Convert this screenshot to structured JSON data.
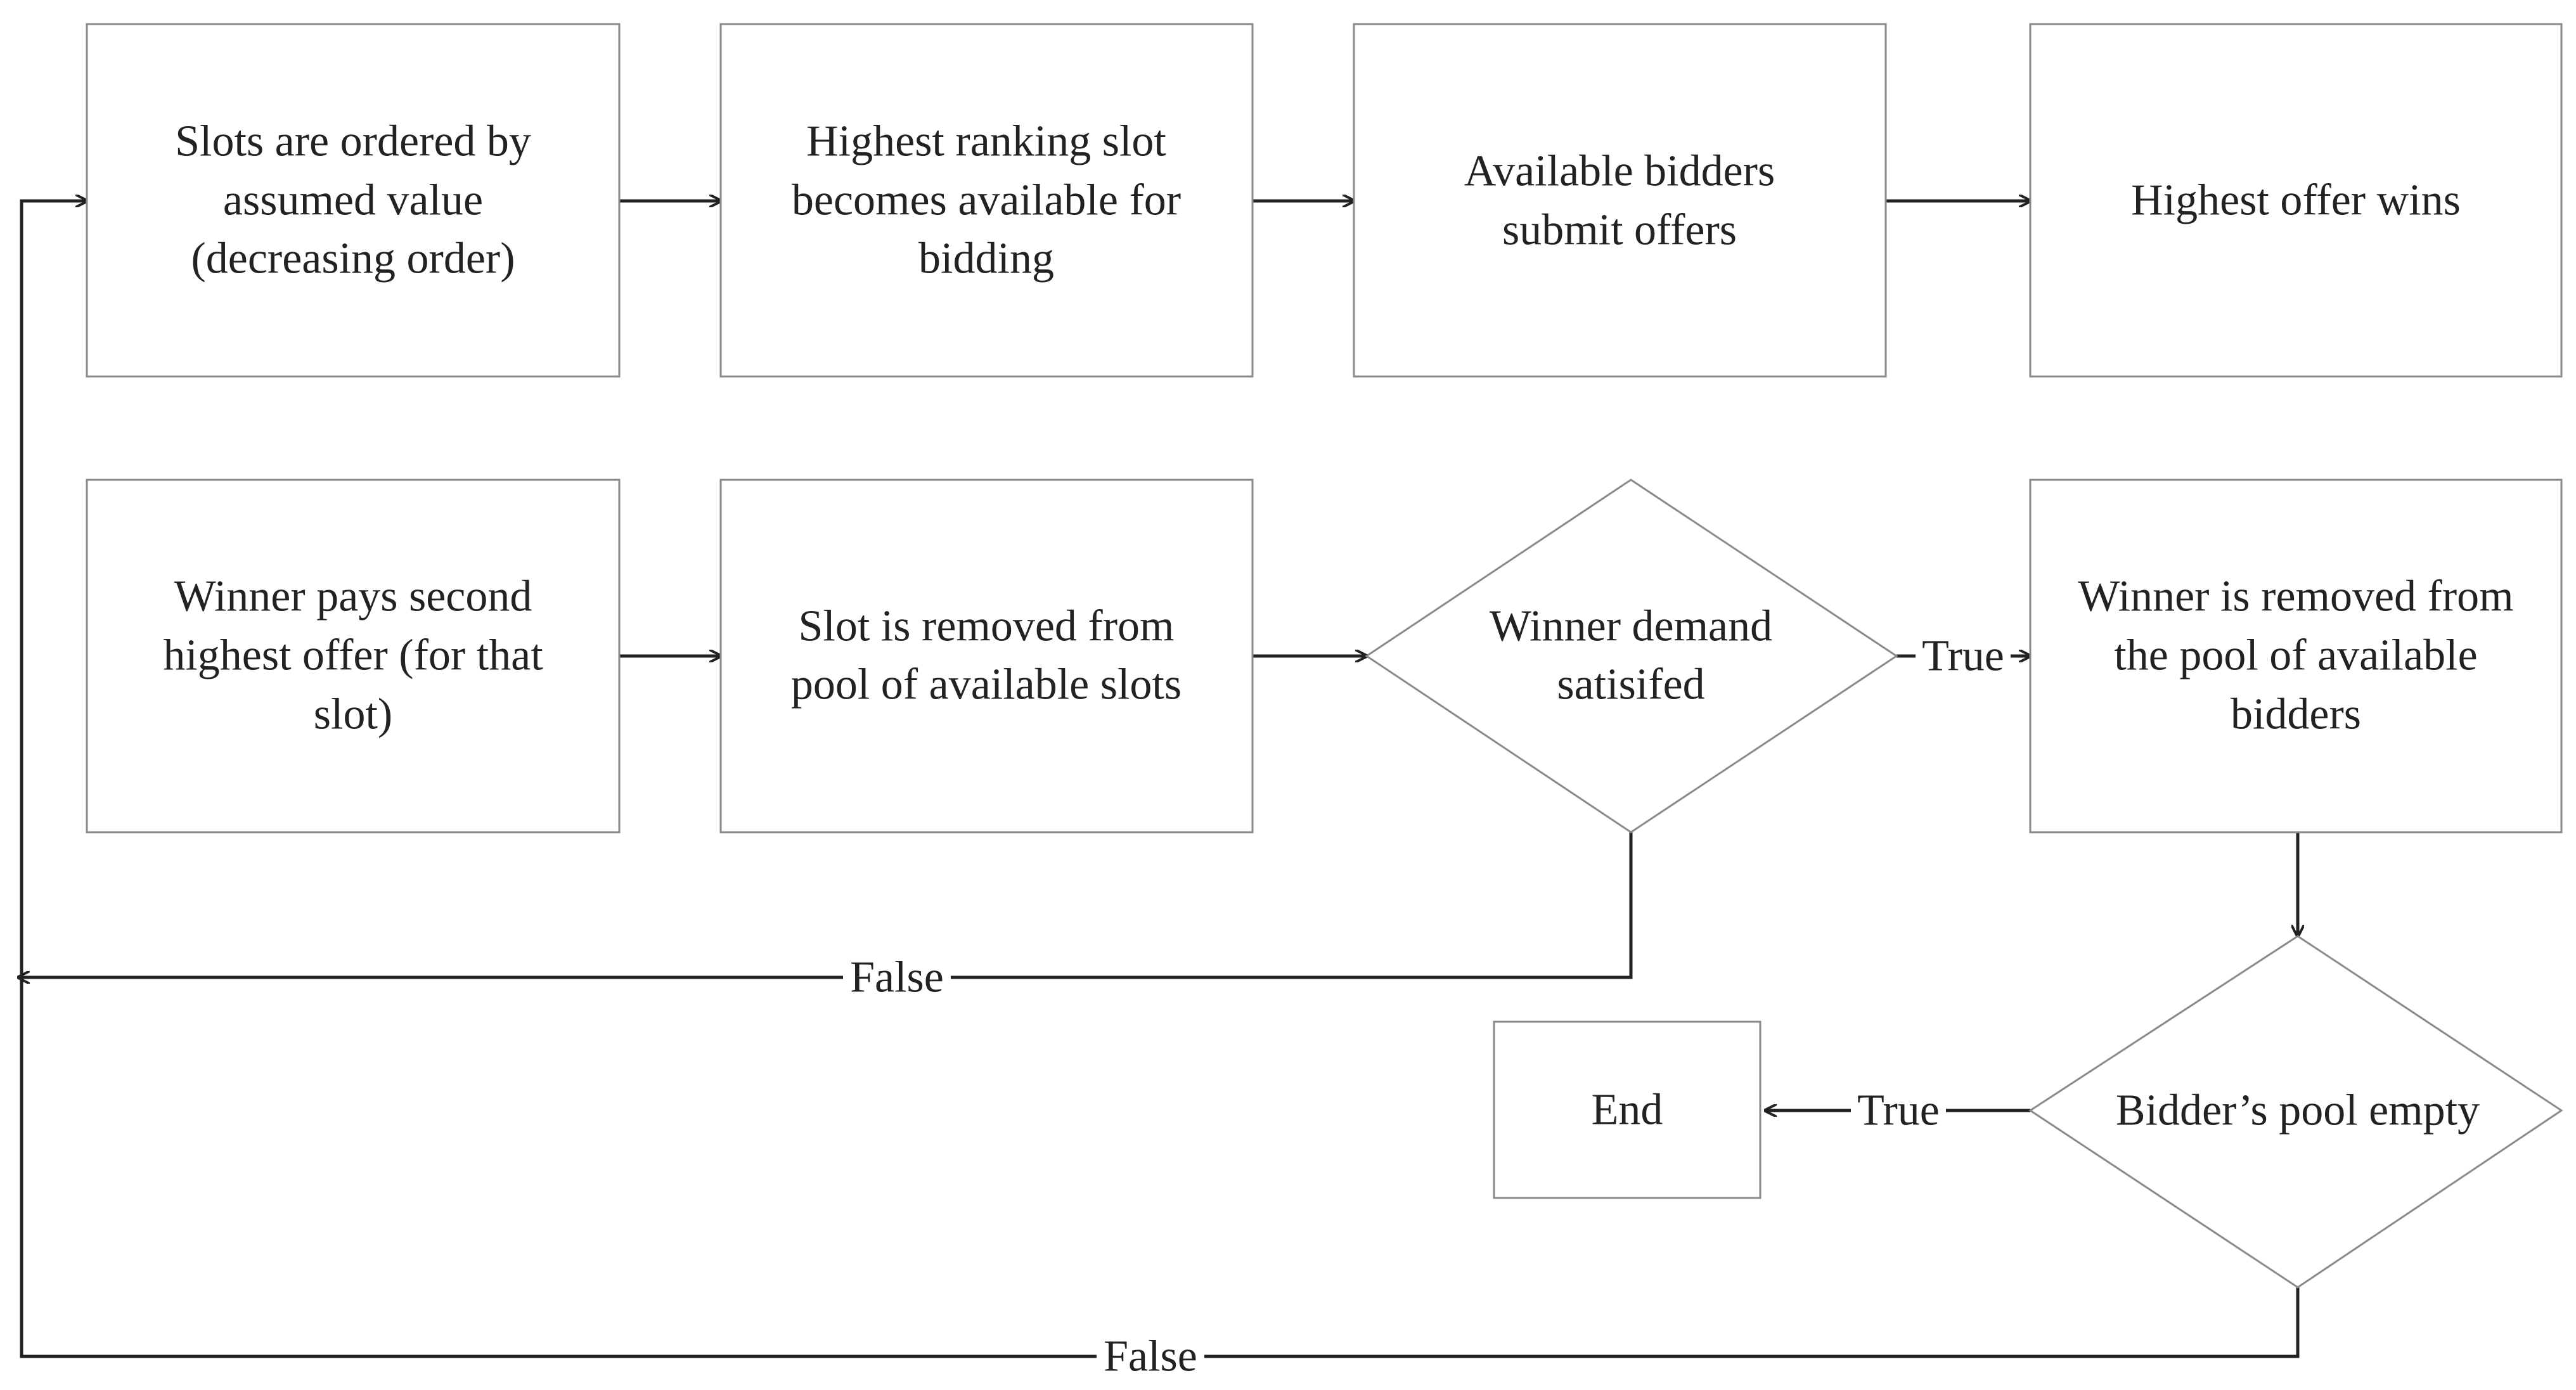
{
  "nodes": {
    "slots_ordered": {
      "shape": "rect",
      "lines": [
        "Slots are ordered by",
        "assumed value",
        "(decreasing order)"
      ]
    },
    "highest_ranking": {
      "shape": "rect",
      "lines": [
        "Highest ranking slot",
        "becomes available for",
        "bidding"
      ]
    },
    "bidders_submit": {
      "shape": "rect",
      "lines": [
        "Available bidders",
        "submit offers"
      ]
    },
    "highest_offer_wins": {
      "shape": "rect",
      "lines": [
        "Highest offer wins"
      ]
    },
    "winner_pays": {
      "shape": "rect",
      "lines": [
        "Winner pays second",
        "highest offer (for that",
        "slot)"
      ]
    },
    "slot_removed": {
      "shape": "rect",
      "lines": [
        "Slot is removed from",
        "pool of available slots"
      ]
    },
    "demand_satisfied": {
      "shape": "diamond",
      "lines": [
        "Winner demand",
        "satisifed"
      ]
    },
    "winner_removed": {
      "shape": "rect",
      "lines": [
        "Winner is removed from",
        "the pool of available",
        "bidders"
      ]
    },
    "pool_empty": {
      "shape": "diamond",
      "lines": [
        "Bidder’s pool empty"
      ]
    },
    "end": {
      "shape": "rect",
      "lines": [
        "End"
      ]
    }
  },
  "edges": [
    {
      "from": "slots_ordered",
      "to": "highest_ranking",
      "label": ""
    },
    {
      "from": "highest_ranking",
      "to": "bidders_submit",
      "label": ""
    },
    {
      "from": "bidders_submit",
      "to": "highest_offer_wins",
      "label": ""
    },
    {
      "from": "winner_pays",
      "to": "slot_removed",
      "label": ""
    },
    {
      "from": "slot_removed",
      "to": "demand_satisfied",
      "label": ""
    },
    {
      "from": "demand_satisfied",
      "to": "winner_removed",
      "label": "True"
    },
    {
      "from": "demand_satisfied",
      "to": "slots_ordered",
      "label": "False"
    },
    {
      "from": "winner_removed",
      "to": "pool_empty",
      "label": ""
    },
    {
      "from": "pool_empty",
      "to": "end",
      "label": "True"
    },
    {
      "from": "pool_empty",
      "to": "slots_ordered",
      "label": "False"
    }
  ],
  "colors": {
    "node_border": "#8a8a8a",
    "edge": "#222222",
    "text": "#222222",
    "background": "#ffffff"
  }
}
